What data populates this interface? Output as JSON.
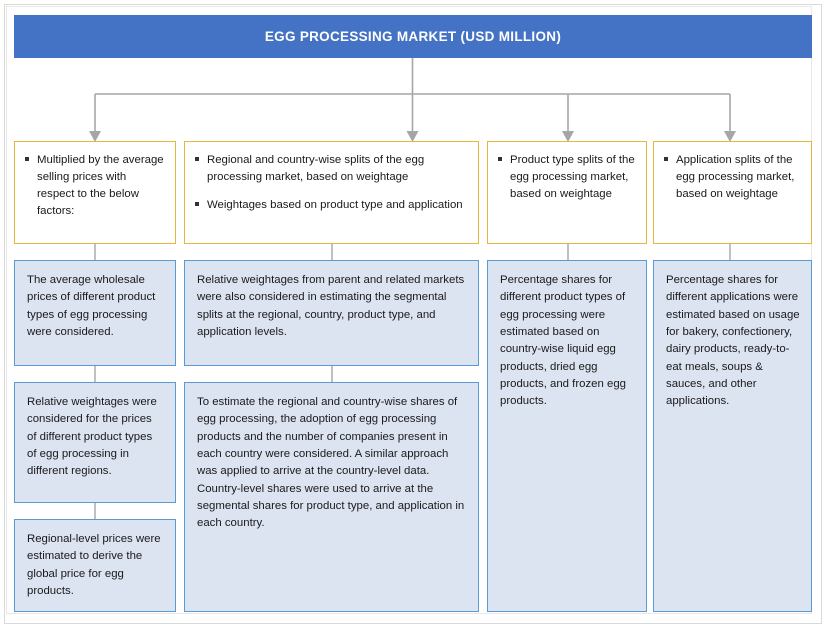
{
  "header": {
    "title": "EGG PROCESSING MARKET (USD MILLION)",
    "color": "#4472C4"
  },
  "colors": {
    "banner_bg": "#4472C4",
    "criteria_border": "#E8B73A",
    "criteria_bg": "#FFFFFF",
    "description_border": "#5B9BD5",
    "description_bg": "#DCE3F1",
    "connector": "#A6A6A6",
    "frame": "#D9D9D9"
  },
  "columns": [
    {
      "id": "pricing",
      "criteria": {
        "bullets": [
          "Multiplied by the average selling prices with respect to the below factors:"
        ]
      },
      "descriptions": [
        "The average wholesale prices of different product types of egg processing were considered.",
        "Relative weightages were considered for the prices of different product types of egg processing in different regions.",
        "Regional-level prices were estimated to derive the global price for egg products."
      ]
    },
    {
      "id": "regional-splits",
      "criteria": {
        "bullets": [
          "Regional and country-wise splits of the egg processing market, based on weightage",
          "Weightages based on product type and application"
        ]
      },
      "descriptions": [
        "Relative weightages from parent and related markets were also considered in estimating the segmental splits at the regional, country, product type, and application levels.",
        "To estimate the regional and country-wise shares of egg processing, the adoption of egg processing products and the number of companies present in each country were considered. A similar approach was applied to arrive at the country-level data. Country-level shares were used to arrive at the segmental shares for product type, and application in each country."
      ]
    },
    {
      "id": "product-type-splits",
      "criteria": {
        "bullets": [
          "Product type splits of the egg processing market, based on weightage"
        ]
      },
      "descriptions": [
        "Percentage shares for different product types of egg processing were estimated based on country-wise liquid egg products, dried egg products, and frozen egg products."
      ]
    },
    {
      "id": "application-splits",
      "criteria": {
        "bullets": [
          "Application splits of the egg processing market, based on weightage"
        ]
      },
      "descriptions": [
        "Percentage shares for different applications were estimated based on usage for bakery, confectionery, dairy products, ready-to-eat meals, soups & sauces, and other applications."
      ]
    }
  ]
}
